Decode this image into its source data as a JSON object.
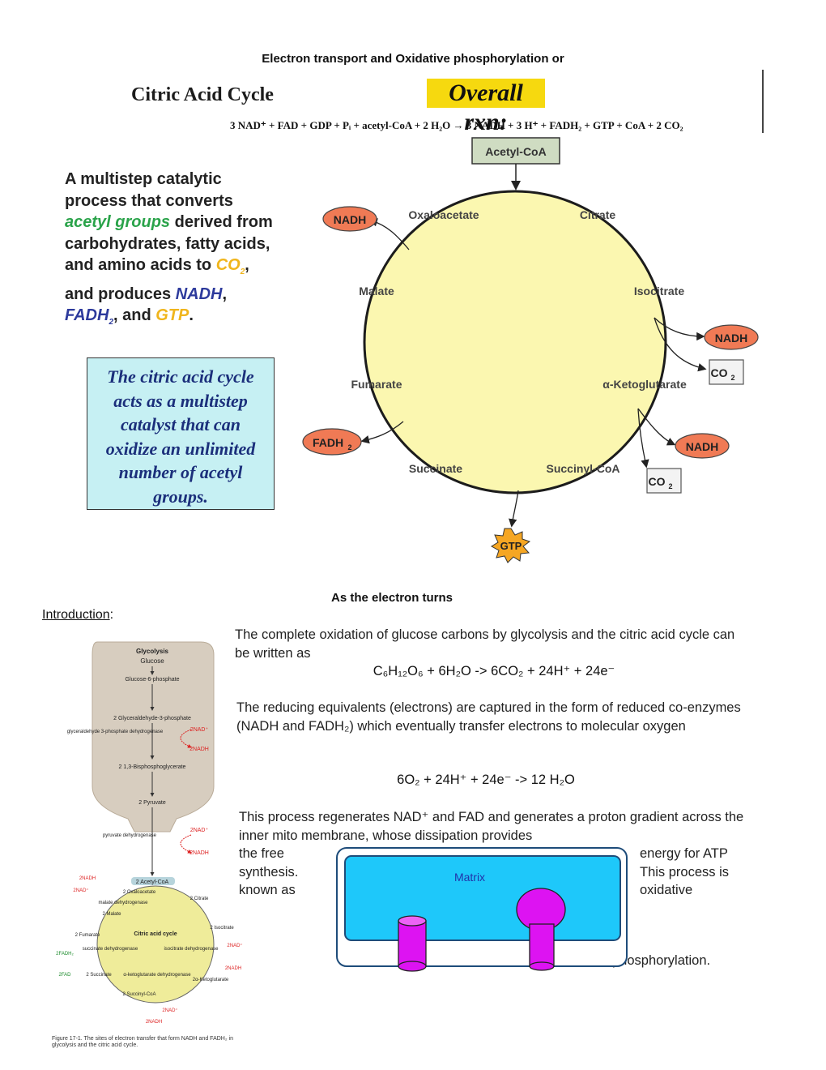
{
  "header": {
    "title": "Electron transport and Oxidative phosphorylation or"
  },
  "cac": {
    "title": "Citric Acid Cycle",
    "overall": "Overall rxn:",
    "equation": "3 NAD⁺ + FAD + GDP + Pᵢ + acetyl-CoA + 2 H₂O → 3 NADH + 3 H⁺ + FADH₂ + GTP + CoA + 2 CO₂",
    "multistep": {
      "l1": "A multistep catalytic",
      "l2": "process that converts",
      "l3a": "acetyl groups",
      "l3b": " derived from",
      "l4": "carbohydrates, fatty acids,",
      "l5a": "and amino acids to ",
      "l5b": "CO",
      "l5c": "2",
      "l5d": ",",
      "l6a": "and produces ",
      "l6b": "NADH",
      "l6c": ",",
      "l7a": "FADH",
      "l7b": "2",
      "l7c": ", and ",
      "l7d": "GTP",
      "l7e": "."
    },
    "bluebox": [
      "The citric acid cycle",
      "acts as a multistep",
      "catalyst that can",
      "oxidize an unlimited",
      "number of acetyl",
      "groups."
    ],
    "diagram": {
      "acetyl": "Acetyl-CoA",
      "oxaloacetate": "Oxaloacetate",
      "citrate": "Citrate",
      "isocitrate": "Isocitrate",
      "ketoglutarate": "α-Ketoglutarate",
      "succinylcoa": "Succinyl-CoA",
      "succinate": "Succinate",
      "fumarate": "Fumarate",
      "malate": "Malate",
      "nadh": "NADH",
      "fadh": "FADH",
      "fadh_sub": "2",
      "co2": "CO",
      "co2_sub": "2",
      "gtp": "GTP"
    }
  },
  "section": {
    "title": "As the electron turns"
  },
  "intro": {
    "label": "Introduction",
    "colon": ":"
  },
  "text": {
    "p1": "The complete oxidation of glucose carbons by glycolysis and the citric acid cycle can be written as",
    "eq1": "C₆H₁₂O₆ + 6H₂O -> 6CO₂ + 24H⁺ + 24e⁻",
    "p2": "The reducing equivalents (electrons) are captured in the form of reduced co-enzymes (NADH and FADH₂) which eventually transfer electrons to molecular oxygen",
    "eq2": "6O₂ + 24H⁺ + 24e⁻ -> 12 H₂O",
    "p3": "This process regenerates NAD⁺ and FAD and generates a proton gradient across the inner mito membrane, whose dissipation provides",
    "wrap_left": "the free synthesis. known as",
    "wrap_right": "energy for ATP This process is oxidative",
    "phos": "phosphorylation."
  },
  "membrane": {
    "label": "Matrix"
  },
  "figure": {
    "glycolysis": "Glycolysis",
    "glucose": "Glucose",
    "g6p": "Glucose-6-phosphate",
    "g3p": "2 Glyceraldehyde-3-phosphate",
    "gapdh": "glyceraldehyde 3-phosphate dehydrogenase",
    "nad": "2NAD⁺",
    "nadh": "2NADH",
    "bpg": "2 1,3-Bisphosphoglycerate",
    "pyruvate": "2 Pyruvate",
    "pdh": "pyruvate dehydrogenase",
    "acetylcoa": "2 Acetyl-CoA",
    "oaa": "2 Oxaloacetate",
    "mdh": "malate dehydrogenase",
    "malate": "2 Malate",
    "citrate": "2 Citrate",
    "cac": "Citric acid cycle",
    "isocitrate": "2 Isocitrate",
    "idh": "isocitrate dehydrogenase",
    "fumarate": "2 Fumarate",
    "sdh": "succinate dehydrogenase",
    "fad": "2FAD",
    "fadh2": "2FADH₂",
    "succinate": "2 Succinate",
    "akgdh": "α-ketoglutarate dehydrogenase",
    "akg": "2α-Ketoglutarate",
    "succoa": "2 Succinyl-CoA",
    "caption": "Figure 17-1. The sites of electron transfer that form NADH and FADH₂ in glycolysis and the citric acid cycle."
  },
  "colors": {
    "nadh_fill": "#f07a55",
    "cycle_fill": "#fbf7b0",
    "cycle_stroke": "#1c1c1c",
    "acetyl_fill": "#cfdcc2",
    "gtp_fill": "#f5a623",
    "matrix_fill": "#1ec8fa",
    "protein_fill": "#dd13f2"
  }
}
